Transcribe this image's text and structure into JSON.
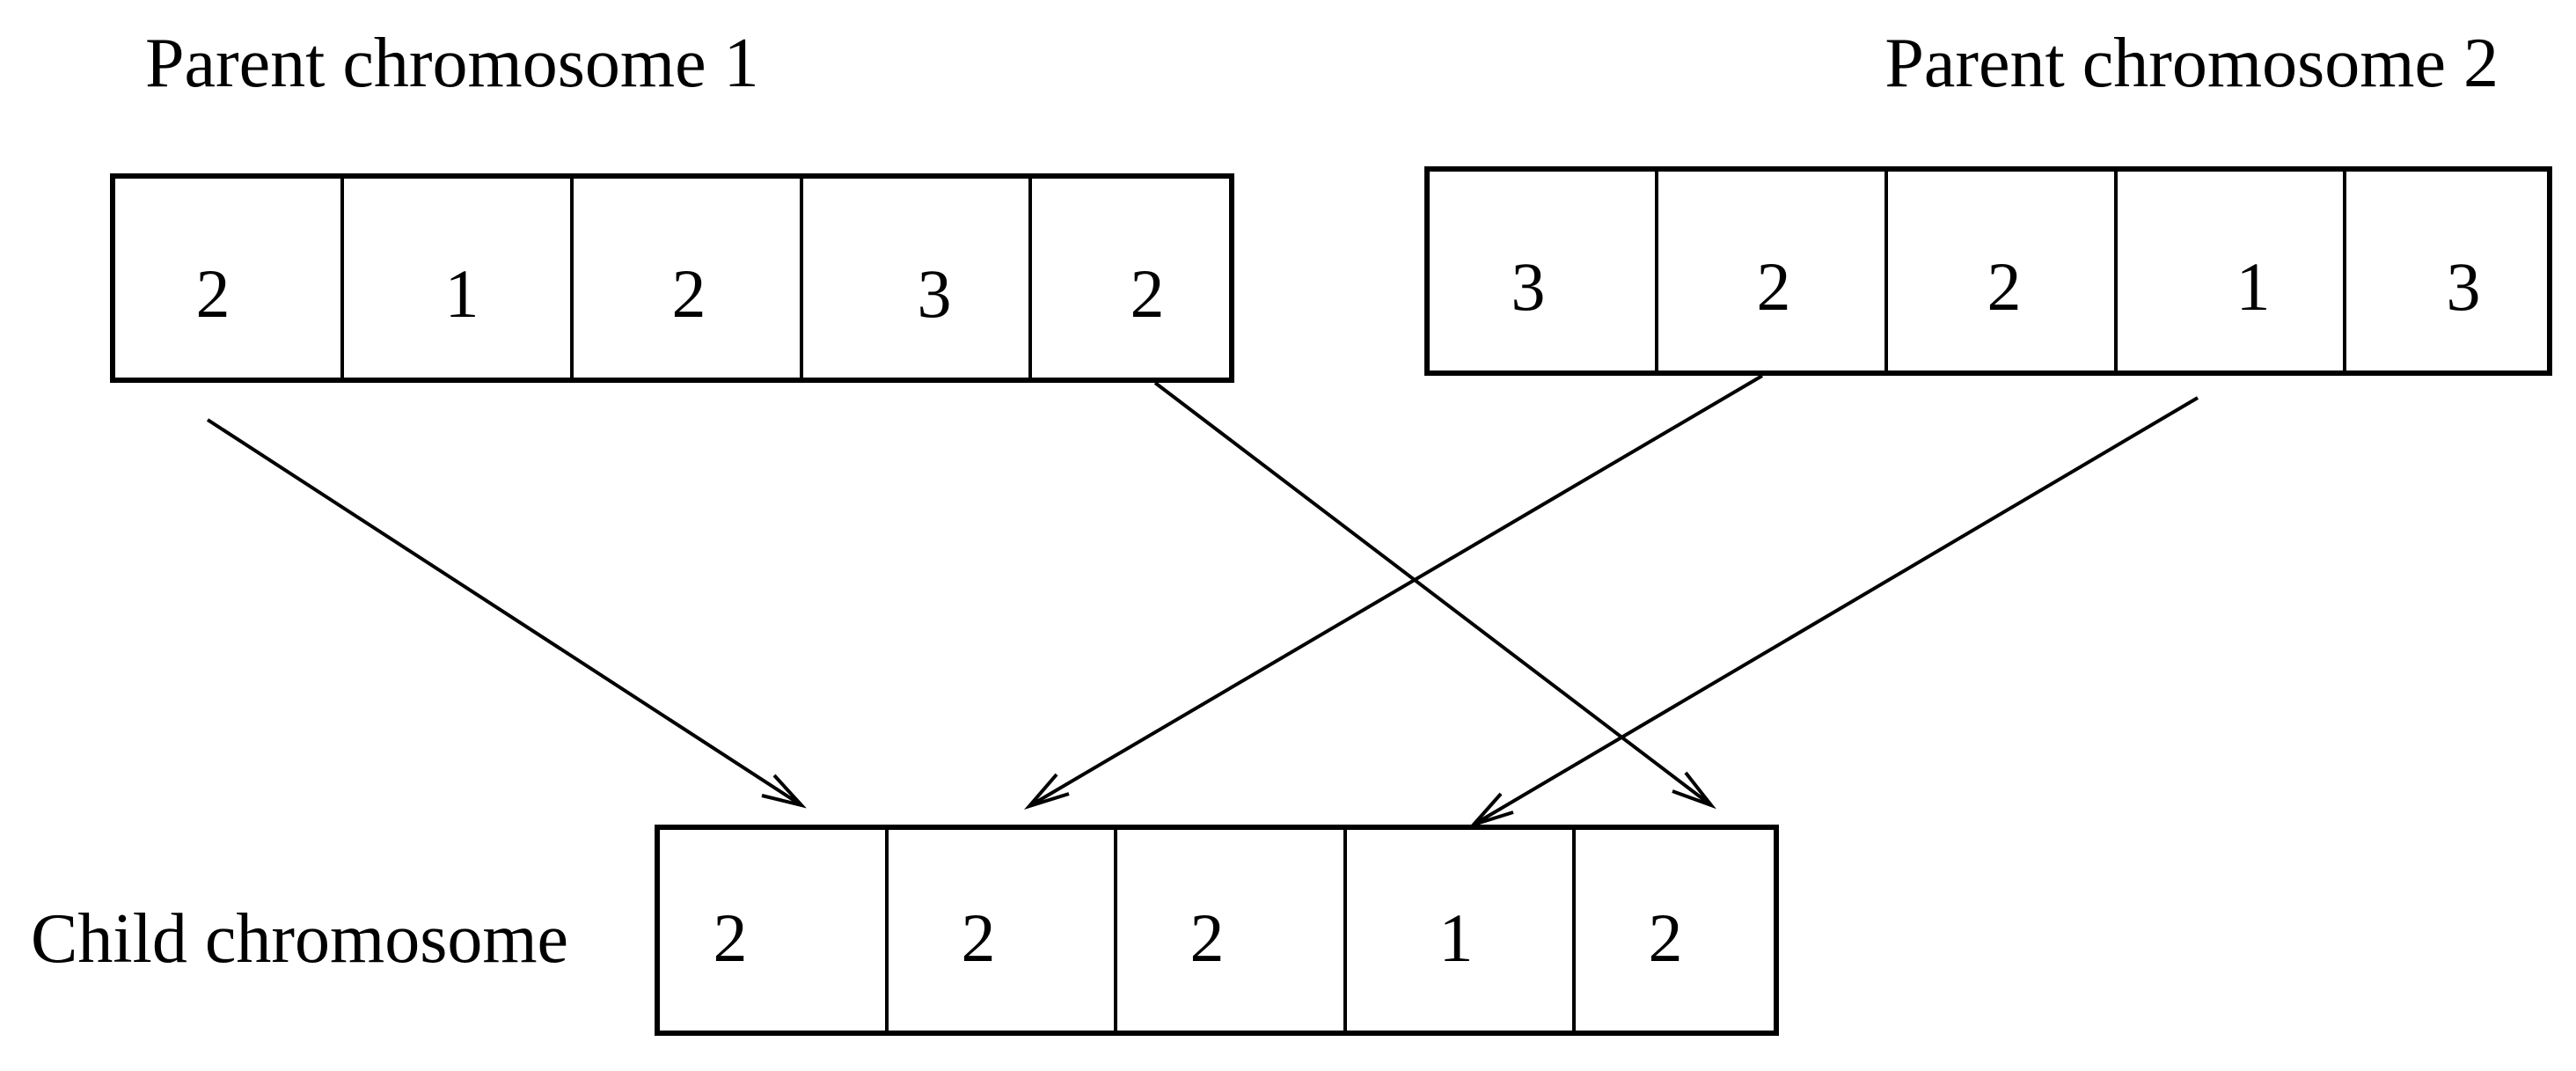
{
  "parent1": {
    "label": "Parent chromosome 1",
    "genes": [
      "2",
      "1",
      "2",
      "3",
      "2"
    ]
  },
  "parent2": {
    "label": "Parent chromosome 2",
    "genes": [
      "3",
      "2",
      "2",
      "1",
      "3"
    ]
  },
  "child": {
    "label": "Child chromosome",
    "genes": [
      "2",
      "2",
      "2",
      "1",
      "2"
    ]
  }
}
